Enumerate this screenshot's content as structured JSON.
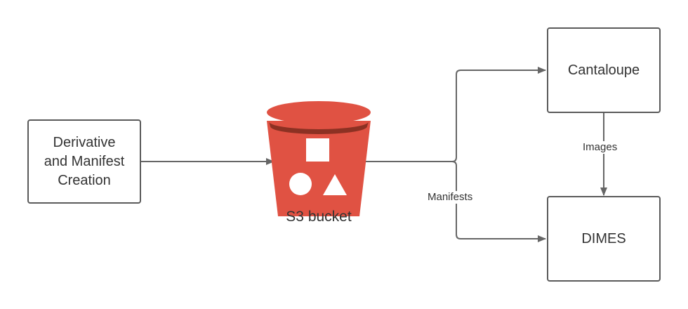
{
  "colors": {
    "box_border": "#5a5a5a",
    "arrow": "#666666",
    "bucket_main": "#e05243",
    "bucket_dark": "#8c3123",
    "bucket_shapes": "#ffffff"
  },
  "nodes": {
    "derivative": {
      "label": "Derivative\nand Manifest\nCreation"
    },
    "s3": {
      "label": "S3 bucket",
      "icon": "s3-bucket-icon"
    },
    "cantaloupe": {
      "label": "Cantaloupe"
    },
    "dimes": {
      "label": "DIMES"
    }
  },
  "edges": {
    "images": {
      "label": "Images"
    },
    "manifests": {
      "label": "Manifests"
    }
  }
}
